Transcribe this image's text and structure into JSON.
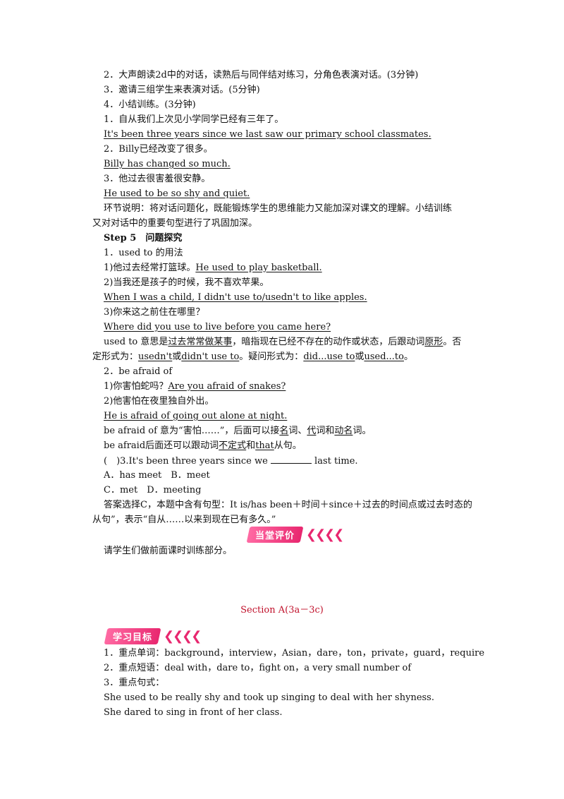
{
  "lines": {
    "l1": "2．大声朗读2d中的对话，读熟后与同伴结对练习，分角色表演对话。(3分钟)",
    "l2": "3．邀请三组学生来表演对话。(5分钟)",
    "l3": "4．小结训练。(3分钟)",
    "l4": "1．自从我们上次见小学同学已经有三年了。",
    "l5": "It's been three years since we last saw our primary school classmates.",
    "l6": "2．Billy已经改变了很多。",
    "l7": "Billy has changed so much.",
    "l8": "3．他过去很害羞很安静。",
    "l9": "He used to be so shy and quiet.",
    "l10a": "环节说明：将对话问题化，既能锻炼学生的思维能力又能加深对课文的理解。小结训练",
    "l10b": "又对对话中的重要句型进行了巩固加深。",
    "l11": "Step 5　问题探究",
    "l12": "1．used to 的用法",
    "l13a": "1)他过去经常打篮球。",
    "l13b": "He used to play basketball.",
    "l14": "2)当我还是孩子的时候，我不喜欢苹果。",
    "l15": "When I was a child, I didn't use to/usedn't to like apples.",
    "l16": "3)你来这之前住在哪里？",
    "l17": "Where did you use to live before you came here?",
    "l18": {
      "p1": "used to 意思是",
      "u1": "过去常常做某事",
      "p2": "，暗指现在已经不存在的动作或状态，后跟动词",
      "u2": "原形",
      "p3": "。否"
    },
    "l19": {
      "p1": "定形式为：",
      "u1": "usedn't",
      "p2": "或",
      "u2": "didn't use to",
      "p3": "。疑问形式为：",
      "u3": "did...use to",
      "p4": "或",
      "u4": "used...to",
      "p5": "。"
    },
    "l20": "2．be afraid of",
    "l21a": "1)你害怕蛇吗？",
    "l21b": "Are you afraid of snakes?",
    "l22": "2)他害怕在夜里独自外出。",
    "l23": "He is afraid of going out alone at night.",
    "l24": {
      "p1": "be afraid of 意为“害怕……”，后面可以接",
      "u1": "名",
      "p2": "词、",
      "u2": "代",
      "p3": "词和",
      "u3": "动名",
      "p4": "词。"
    },
    "l25": {
      "p1": "be afraid后面还可以跟动词",
      "u1": "不定式",
      "p2": "和",
      "u2": "that",
      "p3": "从句。"
    },
    "l26": {
      "p1": "(　)3.It's been three years since we",
      "p2": "last time."
    },
    "l27": "A．has meet　B．meet",
    "l28": "C．met　D．meeting",
    "l29a": "答案选择C，本题中含有句型：It is/has been＋时间＋since＋过去的时间点或过去时态的",
    "l29b": "从句”，表示“自从……以来到现在已有多久。”",
    "l30": "请学生们做前面课时训练部分。",
    "l31": "1．重点单词：background，interview，Asian，dare，ton，private，guard，require",
    "l32": "2．重点短语：deal with，dare to，fight on，a very small number of",
    "l33": "3．重点句式：",
    "l34": "She used to be really shy and took up singing to deal with her shyness.",
    "l35": "She dared to sing in front of her class."
  },
  "banners": {
    "evaluation": "当堂评价",
    "goals": "学习目标"
  },
  "section_title": "Section A(3a－3c)",
  "colors": {
    "accent": "#e8276f",
    "title": "#c0102a"
  }
}
